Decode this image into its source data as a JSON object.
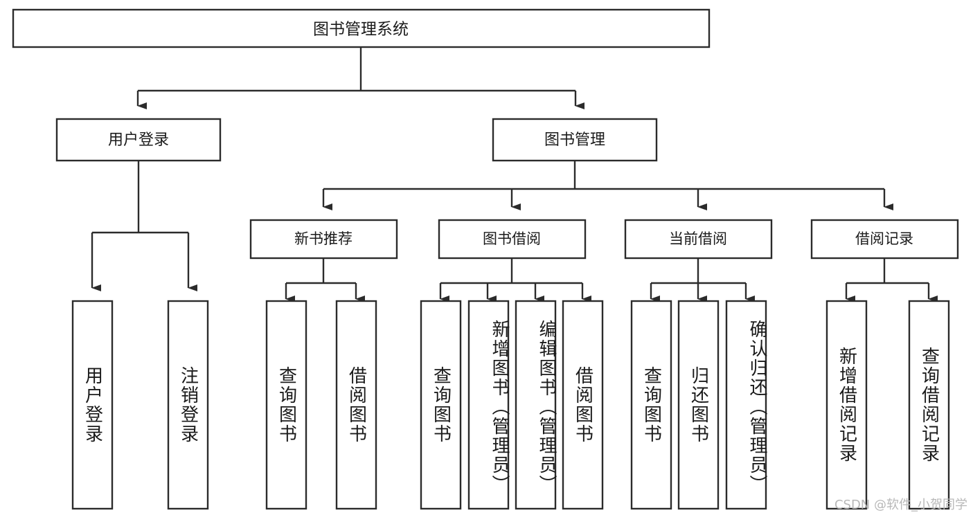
{
  "diagram": {
    "title": "图书管理系统",
    "root": {
      "label": "图书管理系统"
    },
    "level1": [
      {
        "label": "用户登录"
      },
      {
        "label": "图书管理"
      }
    ],
    "level2": [
      {
        "label": "新书推荐"
      },
      {
        "label": "图书借阅"
      },
      {
        "label": "当前借阅"
      },
      {
        "label": "借阅记录"
      }
    ],
    "leaves": {
      "user_login": [
        {
          "label": "用户登录"
        },
        {
          "label": "注销登录"
        }
      ],
      "new_book_recommend": [
        {
          "label": "查询图书"
        },
        {
          "label": "借阅图书"
        }
      ],
      "book_borrow": [
        {
          "label": "查询图书"
        },
        {
          "label": "新增图书（管理员）"
        },
        {
          "label": "编辑图书（管理员）"
        },
        {
          "label": "借阅图书"
        }
      ],
      "current_borrow": [
        {
          "label": "查询图书"
        },
        {
          "label": "归还图书"
        },
        {
          "label": "确认归还（管理员）"
        }
      ],
      "borrow_record": [
        {
          "label": "新增借阅记录"
        },
        {
          "label": "查询借阅记录"
        }
      ]
    }
  },
  "watermark": {
    "text": "CSDN @软件_小贺同学"
  },
  "colors": {
    "background": "#ffffff",
    "stroke": "#2b2b2b",
    "text": "#1a1a1a",
    "watermark": "#b8b8b8"
  }
}
